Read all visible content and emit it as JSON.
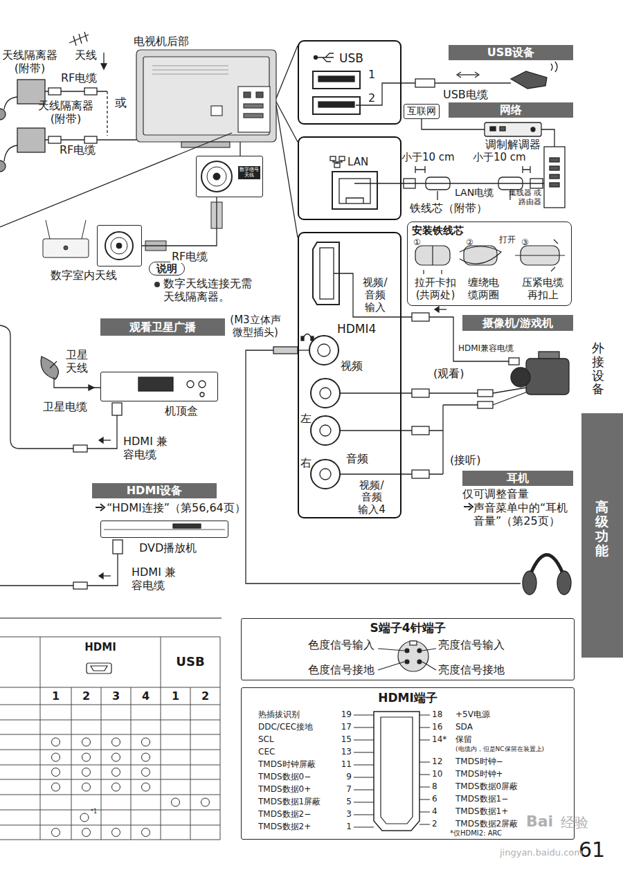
{
  "diagram": {
    "nodes": [
      {
        "text": [
          "电视机后部"
        ]
      },
      {
        "text": [
          "USB",
          "1",
          "2"
        ]
      },
      {
        "text": [
          "USB设备"
        ]
      },
      {
        "text": [
          "互联网"
        ]
      },
      {
        "text": [
          "网络"
        ]
      },
      {
        "text": [
          "调制解调器"
        ]
      },
      {
        "text": [
          "LAN"
        ]
      },
      {
        "text": [
          "集线器 或路由器"
        ]
      },
      {
        "text": [
          "安装铁线芯",
          "①",
          "拉开卡扣 (共两处)",
          "②",
          "缠绕电 缆两圈",
          "打开",
          "③",
          "压紧电缆 再扣上"
        ]
      },
      {
        "text": [
          "数字信号 天线"
        ]
      },
      {
        "text": [
          "数字室内天线"
        ]
      },
      {
        "text": [
          "说明"
        ]
      },
      {
        "text": [
          "视频/ 音频 输入",
          "HDMI4",
          "视频",
          "左",
          "右",
          "音频",
          "视频/ 音频 输入4"
        ]
      },
      {
        "text": [
          "摄像机/游戏机"
        ]
      },
      {
        "text": [
          "观看卫星广播"
        ]
      },
      {
        "text": [
          "机顶盒"
        ]
      },
      {
        "text": [
          "耳机"
        ]
      },
      {
        "text": [
          "HDMI设备"
        ]
      },
      {
        "text": [
          "DVD播放机"
        ]
      },
      {
        "text": [
          "高级功能"
        ]
      },
      {
        "text": [
          "S端子4针端子",
          "色度信号输入",
          "亮度信号输入",
          "色度信号接地",
          "亮度信号接地"
        ]
      },
      {
        "text": [
          "HDMI端子"
        ]
      }
    ],
    "edges": [
      {
        "from": 0,
        "to": 1,
        "arrow": "none"
      },
      {
        "from": 0,
        "to": 6,
        "arrow": "none"
      },
      {
        "from": 0,
        "to": 12,
        "arrow": "none"
      },
      {
        "from": 0,
        "to": 9,
        "arrow": "none"
      },
      {
        "from": 3,
        "to": 5,
        "arrow": "none"
      },
      {
        "from": 5,
        "to": 7,
        "arrow": "none"
      },
      {
        "from": 6,
        "to": 7,
        "label": "LAN电缆",
        "arrow": "none"
      },
      {
        "from": 9,
        "to": 10,
        "label": "RF电缆",
        "arrow": "none"
      }
    ],
    "labels": [
      "天线隔离器 (附带)",
      "天线",
      "RF电缆",
      "或",
      "天线隔离器 (附带)",
      "RF电缆",
      "USB电缆",
      "小于10 cm",
      "小于10 cm",
      "铁线芯（附带）",
      "数字天线连接无需 天线隔离器。",
      "(M3立体声 微型插头)",
      "卫星 天线",
      "卫星电缆",
      "HDMI 兼容电缆",
      "“HDMI连接”（第56,64页）",
      "HDMI 兼容电缆",
      "HDMI兼容电缆",
      "(观看)",
      "(接听)",
      "仅可调整音量",
      "声音菜单中的“耳机 音量”（第25页）",
      "外接设备",
      "HDMI",
      "USB",
      "1",
      "2",
      "3",
      "4",
      "1",
      "2",
      "*1",
      "热插拔识别",
      "19",
      "DDC/CEC接地",
      "17",
      "SCL",
      "15",
      "CEC",
      "13",
      "TMDS时钟屏蔽",
      "11",
      "TMDS数据0−",
      "9",
      "TMDS数据0+",
      "7",
      "TMDS数据1屏蔽",
      "5",
      "TMDS数据2−",
      "3",
      "TMDS数据2+",
      "1",
      "18",
      "+5V电源",
      "16",
      "SDA",
      "14*",
      "保留",
      "(电缆内，但是NC保留在装置上)",
      "12",
      "TMDS时钟−",
      "10",
      "TMDS时钟+",
      "8",
      "TMDS数据0屏蔽",
      "6",
      "TMDS数据1−",
      "4",
      "TMDS数据1+",
      "2",
      "TMDS数据2屏蔽",
      "*仅HDMI2: ARC",
      "61",
      "Bai",
      "经验",
      "jingyan.baidu.com"
    ]
  }
}
